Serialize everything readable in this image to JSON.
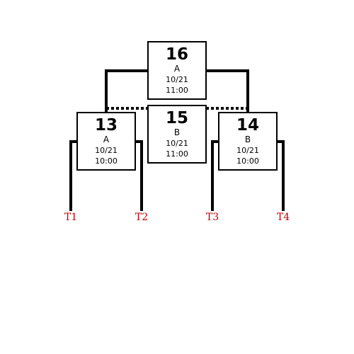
{
  "matches": {
    "m16": {
      "number": "16",
      "court": "A",
      "date": "10/21",
      "time": "11:00"
    },
    "m15": {
      "number": "15",
      "court": "B",
      "date": "10/21",
      "time": "11:00"
    },
    "m13": {
      "number": "13",
      "court": "A",
      "date": "10/21",
      "time": "10:00"
    },
    "m14": {
      "number": "14",
      "court": "B",
      "date": "10/21",
      "time": "10:00"
    }
  },
  "teams": [
    "T1",
    "T2",
    "T3",
    "T4"
  ],
  "colors": {
    "line": "#000000",
    "team_label": "#c00000"
  }
}
